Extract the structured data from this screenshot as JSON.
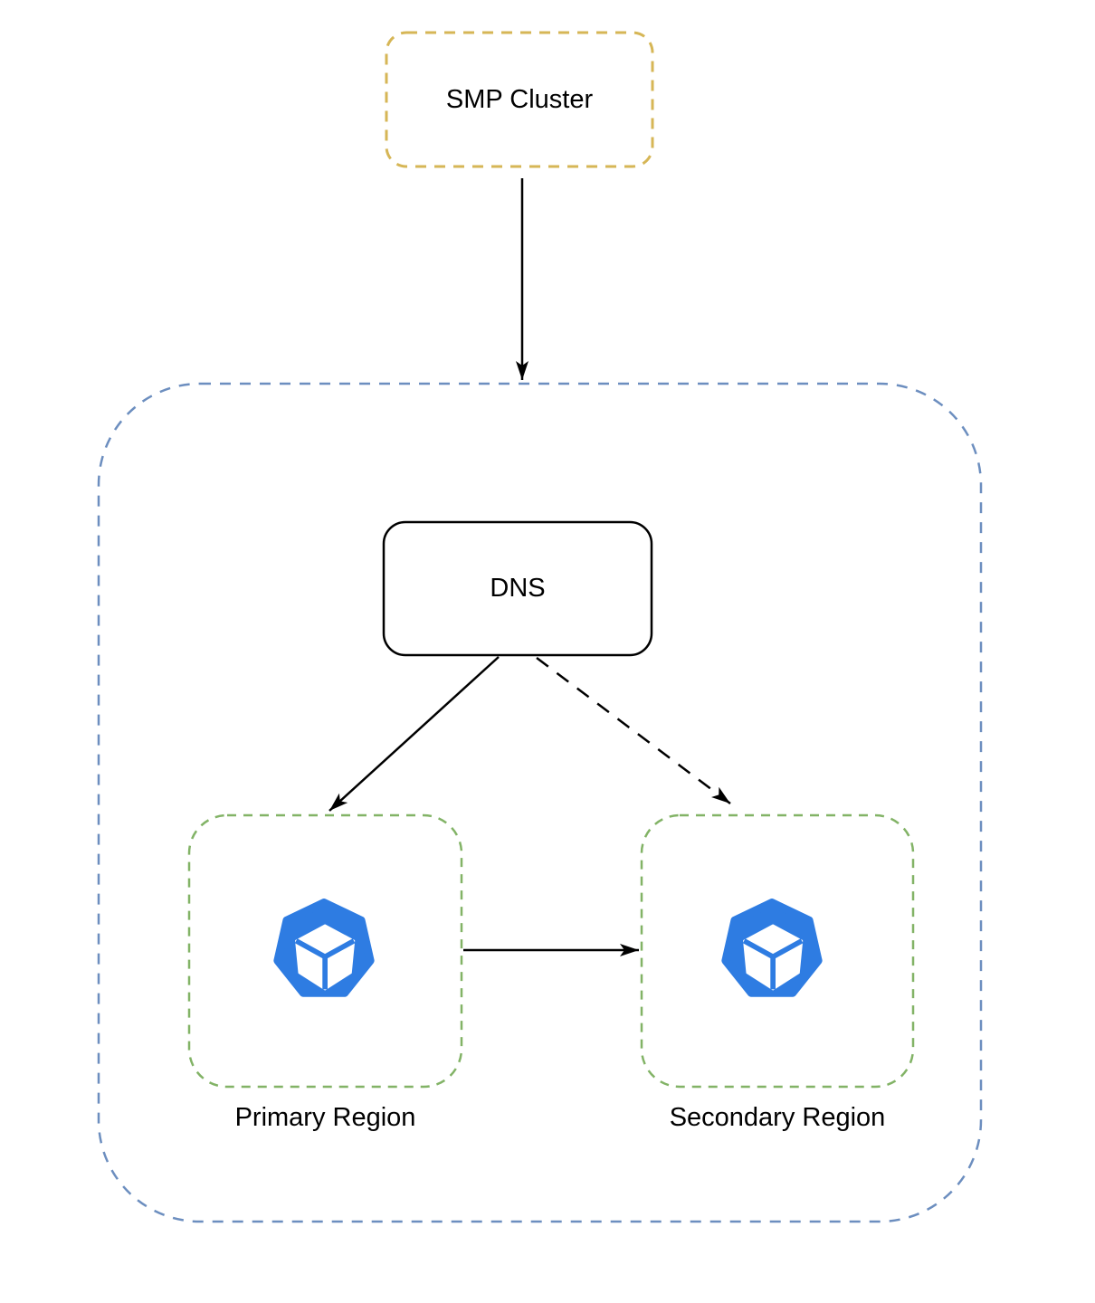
{
  "diagram": {
    "type": "architecture-diagram",
    "background_color": "#FFFFFF",
    "arrow_color": "#000000",
    "nodes": {
      "smp_cluster": {
        "label": "SMP Cluster",
        "shape": "rounded-rectangle",
        "border_style": "dashed",
        "border_color": "#D6B656"
      },
      "region_boundary": {
        "label": "",
        "shape": "large-rounded-rectangle",
        "border_style": "dashed",
        "border_color": "#6C8EBF"
      },
      "dns": {
        "label": "DNS",
        "shape": "rounded-rectangle",
        "border_style": "solid",
        "border_color": "#000000"
      },
      "primary_region": {
        "label": "Primary Region",
        "shape": "rounded-square",
        "border_style": "dashed",
        "border_color": "#82B366",
        "icon": "cube-heptagon-icon",
        "icon_color": "#2E7CE2"
      },
      "secondary_region": {
        "label": "Secondary Region",
        "shape": "rounded-square",
        "border_style": "dashed",
        "border_color": "#82B366",
        "icon": "cube-heptagon-icon",
        "icon_color": "#2E7CE2"
      }
    },
    "edges": [
      {
        "from": "smp_cluster",
        "to": "region_boundary",
        "style": "solid",
        "direction": "down"
      },
      {
        "from": "dns",
        "to": "primary_region",
        "style": "solid",
        "direction": "down-left"
      },
      {
        "from": "dns",
        "to": "secondary_region",
        "style": "dashed",
        "direction": "down-right"
      },
      {
        "from": "primary_region",
        "to": "secondary_region",
        "style": "solid",
        "direction": "right"
      }
    ]
  }
}
